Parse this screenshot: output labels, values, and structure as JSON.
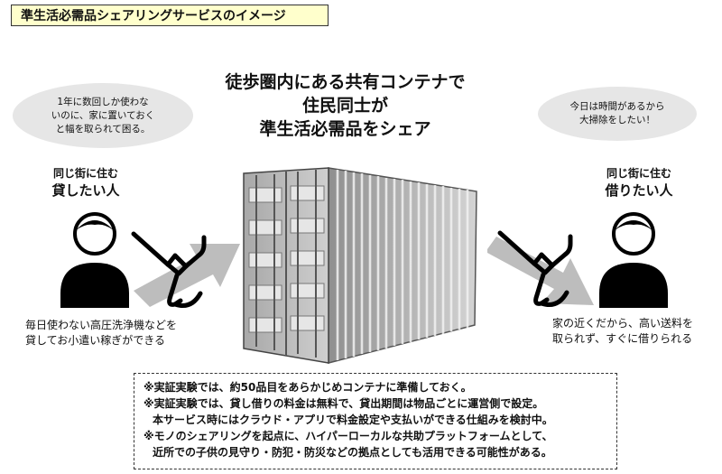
{
  "title": "準生活必需品シェアリングサービスのイメージ",
  "headline": [
    "徒歩圏内にある共有コンテナで",
    "住民同士が",
    "準生活必需品をシェア"
  ],
  "lender": {
    "bubble": "1年に数回しか使わな\nいのに、家に置いておく\nと幅を取られて困る。",
    "role_top": "同じ街に住む",
    "role_main": "貸したい人",
    "desc": "毎日使わない高圧洗浄機などを\n貸してお小遣い稼ぎができる"
  },
  "borrower": {
    "bubble": "今日は時間があるから\n大掃除をしたい！",
    "role_top": "同じ街に住む",
    "role_main": "借りたい人",
    "desc": "家の近くだから、高い送料を\n取られず、すぐに借りられる"
  },
  "notes": [
    "※実証実験では、約50品目をあらかじめコンテナに準備しておく。",
    "※実証実験では、貸し借りの料金は無料で、貸出期間は物品ごとに運営側で設定。",
    "本サービス時にはクラウド・アプリで料金設定や支払いができる仕組みを検討中。",
    "※モノのシェアリングを起点に、ハイパーローカルな共助プラットフォームとして、",
    "近所での子供の見守り・防犯・防災などの拠点としても活用できる可能性がある。"
  ],
  "icons": [
    "person-icon",
    "pressure-washer-icon",
    "arrow-icon",
    "container-icon"
  ]
}
